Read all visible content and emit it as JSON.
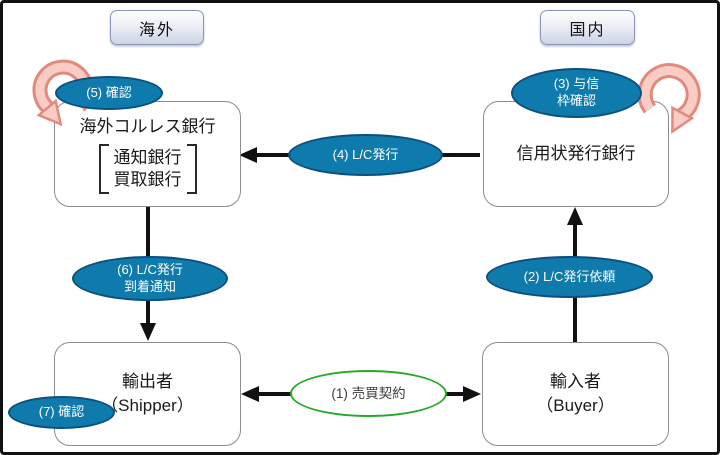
{
  "regions": {
    "overseas": "海外",
    "domestic": "国内"
  },
  "nodes": {
    "correspondent_bank": {
      "title": "海外コルレス銀行",
      "bracket_line1": "通知銀行",
      "bracket_line2": "買取銀行"
    },
    "issuing_bank": {
      "title": "信用状発行銀行"
    },
    "exporter": {
      "title": "輸出者",
      "subtitle": "（Shipper）"
    },
    "importer": {
      "title": "輸入者",
      "subtitle": "（Buyer）"
    }
  },
  "steps": {
    "s1_contract": "(1) 売買契約",
    "s2_request": "(2) L/C発行依頼",
    "s3_line1": "(3) 与信",
    "s3_line2": "枠確認",
    "s4_issue": "(4) L/C発行",
    "s5_confirm": "(5) 確認",
    "s6_line1": "(6) L/C発行",
    "s6_line2": "到着通知",
    "s7_confirm": "(7) 確認"
  },
  "colors": {
    "step_fill": "#0f7bad",
    "step_border": "#0d4f7e",
    "contract_border": "#27a827",
    "loop_fill": "#f9cdc6",
    "loop_border": "#e18a7e",
    "arrow": "#111111"
  }
}
